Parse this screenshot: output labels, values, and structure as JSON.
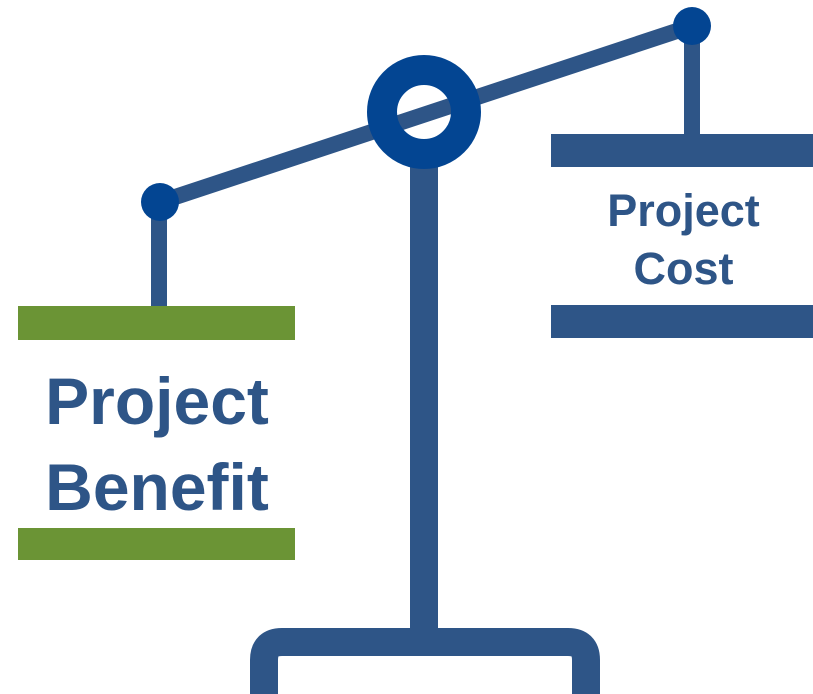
{
  "benefit": {
    "line1": "Project",
    "line2": "Benefit"
  },
  "cost": {
    "line1": "Project",
    "line2": "Cost"
  },
  "colors": {
    "scale_blue": "#2e5587",
    "pivot_blue": "#034592",
    "benefit_green": "#6b9435",
    "background": "#ffffff"
  }
}
